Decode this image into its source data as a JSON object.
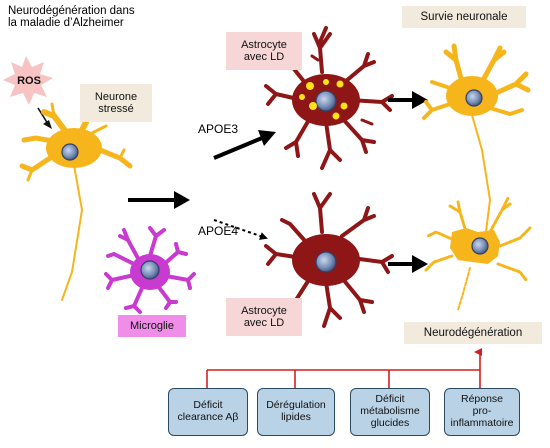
{
  "title": "Neurodégénération dans\nla maladie d’Alzheimer",
  "ros": "ROS",
  "stressed_neuron": "Neurone\nstressé",
  "microglia": "Microglie",
  "apoe3": "APOE3",
  "apoe4": "APOE4",
  "astrocyte_top": "Astrocyte\navec LD",
  "astrocyte_bottom": "Astrocyte\navec LD",
  "survival": "Survie neuronale",
  "neurodegeneration": "Neurodégénération",
  "causes": [
    "Déficit\nclearance Aβ",
    "Dérégulation\nlipides",
    "Déficit\nmétabolisme\nglucides",
    "Réponse\npro-\ninflammatoire"
  ],
  "colors": {
    "neuron": "#f7b51c",
    "astrocyte": "#8e1616",
    "microglia": "#c83ad0",
    "nucleus": "#7a90b8",
    "lipid_droplet": "#ffe21a",
    "connector": "#d21f1f",
    "ros_burst": "#f7c3c3"
  }
}
